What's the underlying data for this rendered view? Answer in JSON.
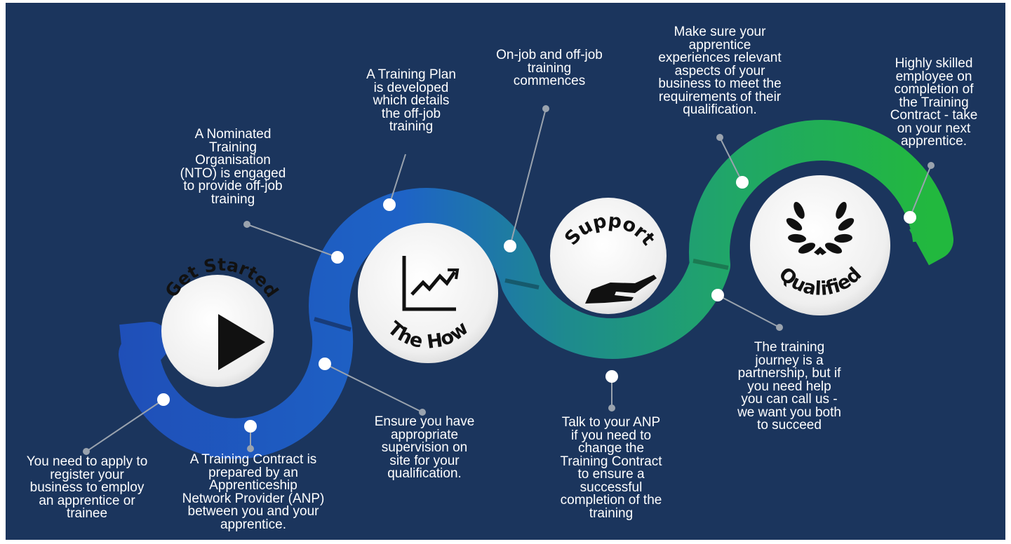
{
  "stages": [
    {
      "id": "get-started",
      "label": "Get Started"
    },
    {
      "id": "the-how",
      "label": "The How"
    },
    {
      "id": "support",
      "label": "Support"
    },
    {
      "id": "qualified",
      "label": "Qualified"
    }
  ],
  "steps": [
    {
      "id": "apply",
      "text": "You need to apply to\nregister your\nbusiness to employ\nan apprentice or\ntrainee"
    },
    {
      "id": "contract",
      "text": "A Training Contract is\nprepared by an\nApprenticeship\nNetwork Provider (ANP)\nbetween you and your\napprentice."
    },
    {
      "id": "nto",
      "text": "A Nominated\nTraining\nOrganisation\n(NTO) is engaged\nto provide off-job\ntraining"
    },
    {
      "id": "supervision",
      "text": "Ensure you have\nappropriate\nsupervision on\nsite for your\nqualification."
    },
    {
      "id": "plan",
      "text": "A Training Plan\nis developed\nwhich details\nthe off-job\ntraining"
    },
    {
      "id": "commences",
      "text": "On-job and off-job\ntraining\ncommences"
    },
    {
      "id": "talk",
      "text": "Talk to your ANP\nif you need to\nchange the\nTraining Contract\nto ensure a\nsuccessful\ncompletion of the\ntraining"
    },
    {
      "id": "experiences",
      "text": "Make sure your\napprentice\nexperiences relevant\naspects of your\nbusiness to meet the\nrequirements of their\nqualification."
    },
    {
      "id": "partnership",
      "text": "The training\njourney is a\npartnership, but if\nyou need help\nyou can call us -\nwe want you both\nto succeed"
    },
    {
      "id": "skilled",
      "text": "Highly skilled\nemployee on\ncompletion of\nthe Training\nContract - take\non your next\napprentice."
    }
  ],
  "colors": {
    "background": "#1b355d",
    "blue": "#1e5fc4",
    "teal": "#1d8f86",
    "green": "#22b14c",
    "circle": "#f2f2f2",
    "connector": "#9aa3ae"
  },
  "icons": {
    "get-started": "play-icon",
    "the-how": "growth-chart-icon",
    "support": "open-hand-icon",
    "qualified": "laurel-wreath-icon"
  }
}
